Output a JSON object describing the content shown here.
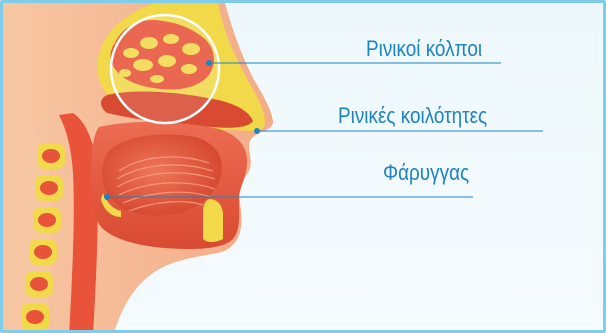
{
  "labels": {
    "sinuses": "Ρινικοί κόλποι",
    "nasal_cavities": "Ρινικές κοιλότητες",
    "pharynx": "Φάρυγγας"
  },
  "colors": {
    "label_text": "#1d83c2",
    "leader_line": "#1d83c2",
    "frame_border": "#7fcdea",
    "background": "#eef8fc",
    "bone_yellow": "#f2d94a",
    "tissue_red": "#e8533a",
    "skin": "#f6b98f"
  }
}
